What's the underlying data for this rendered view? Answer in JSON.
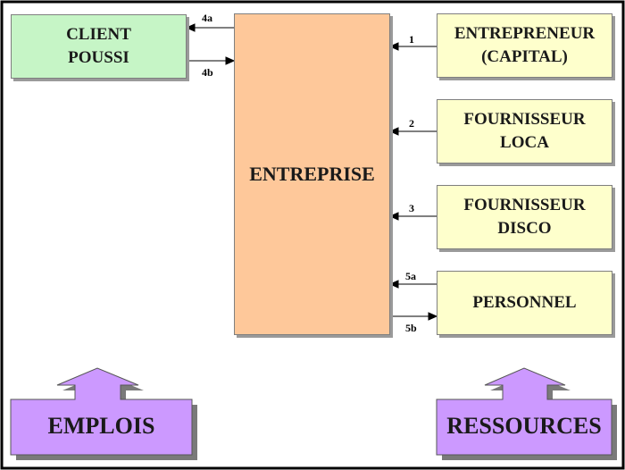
{
  "boxes": {
    "client": "CLIENT\nPOUSSI",
    "entreprise": "ENTREPRISE",
    "entrepreneur": "ENTREPRENEUR\n(CAPITAL)",
    "fournisseur_loca": "FOURNISSEUR\nLOCA",
    "fournisseur_disco": "FOURNISSEUR\nDISCO",
    "personnel": "PERSONNEL"
  },
  "flows": {
    "f4a": "4a",
    "f4b": "4b",
    "f1": "1",
    "f2": "2",
    "f3": "3",
    "f5a": "5a",
    "f5b": "5b"
  },
  "arrows": {
    "emplois": "EMPLOIS",
    "ressources": "RESSOURCES"
  },
  "colors": {
    "client": "#c6f5c6",
    "entreprise": "#fec89a",
    "resources": "#feffcc",
    "big_arrows": "#cc99ff"
  }
}
